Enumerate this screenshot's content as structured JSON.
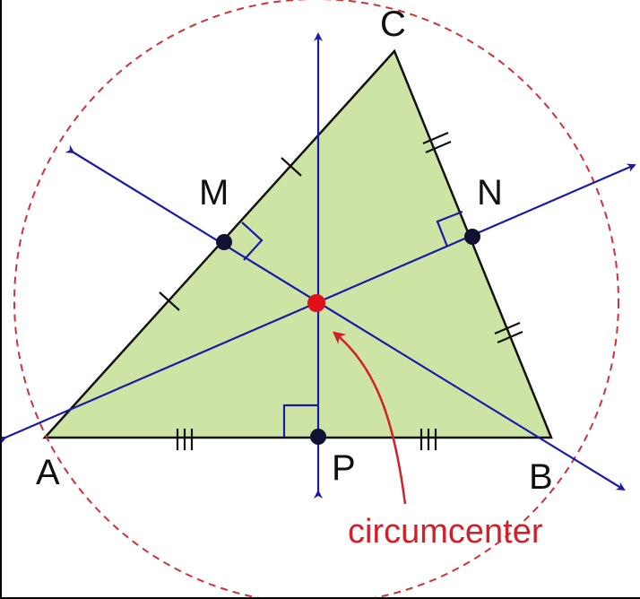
{
  "labels": {
    "A": "A",
    "B": "B",
    "C": "C",
    "M": "M",
    "N": "N",
    "P": "P"
  },
  "annotation": "circumcenter",
  "colors": {
    "triangle_fill": "#cde4a4",
    "line": "#1a1aa8",
    "circle": "#d0303a",
    "center": "#e0101a",
    "label_red": "#d0202a"
  }
}
